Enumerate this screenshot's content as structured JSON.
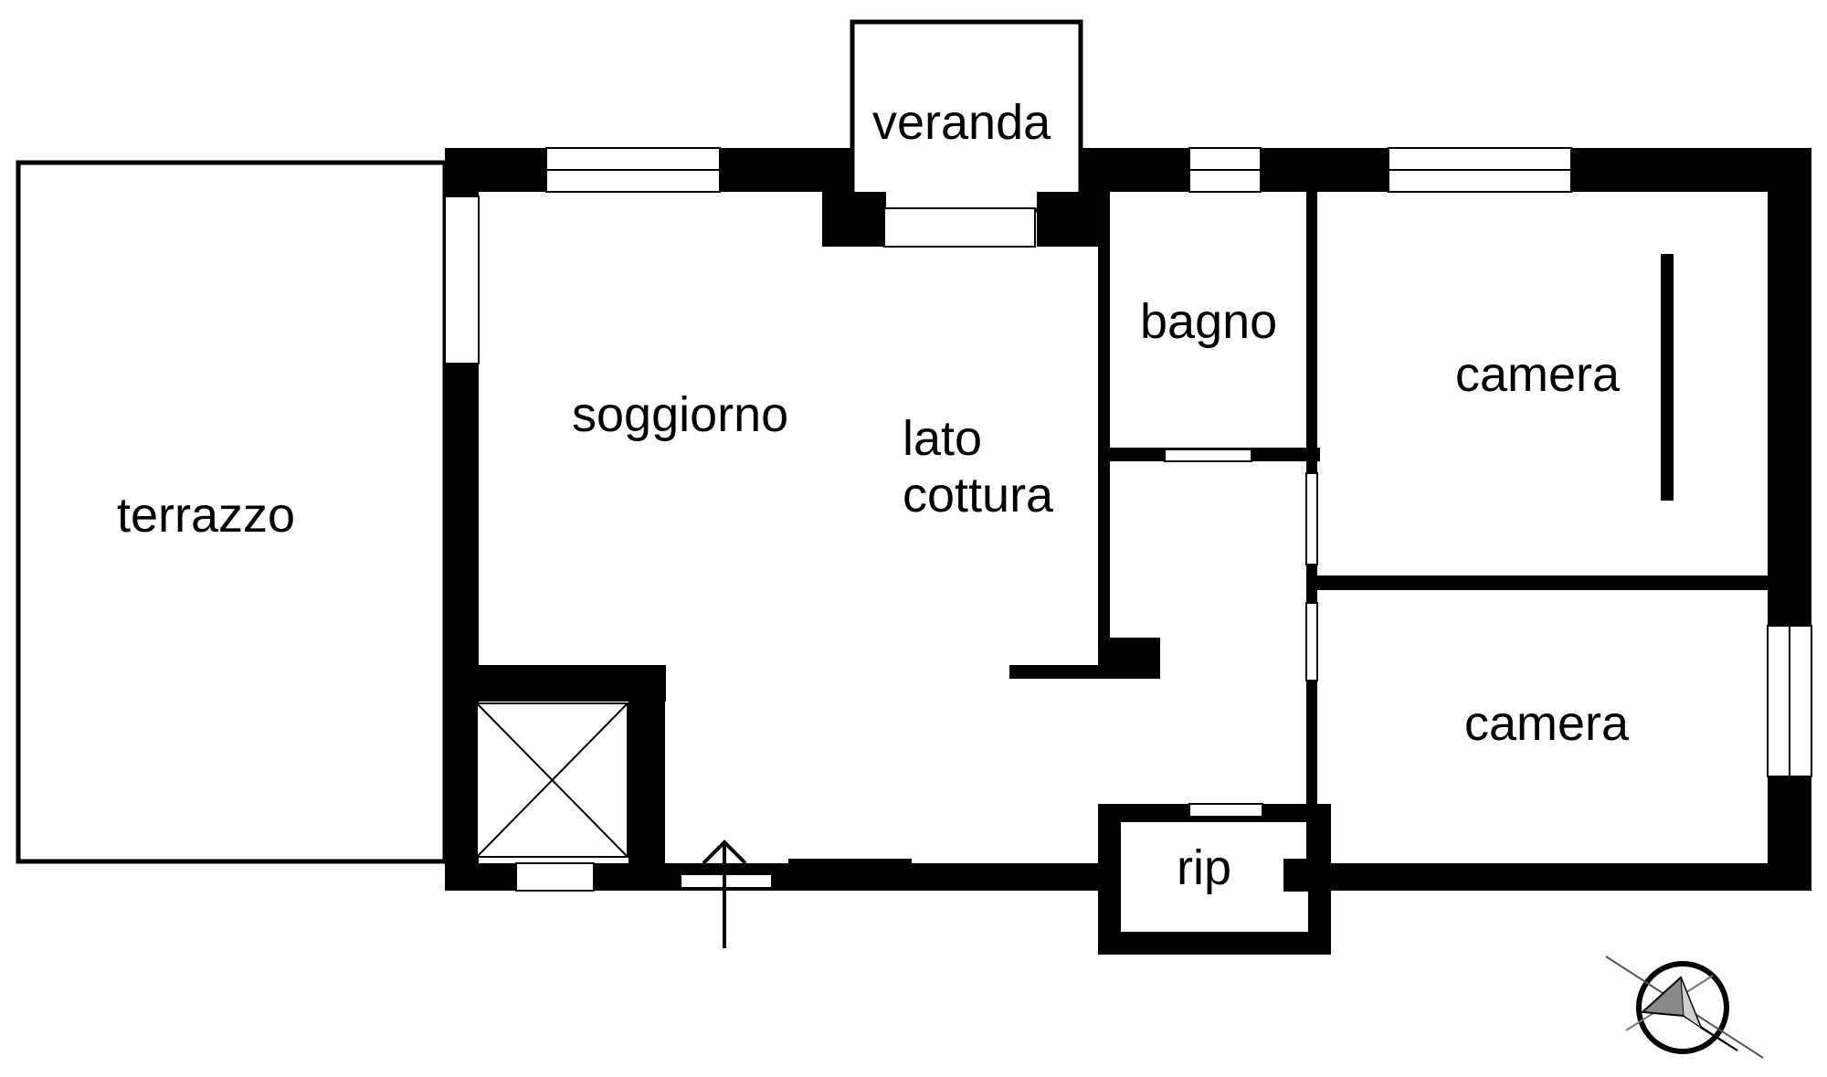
{
  "rooms": {
    "terrazzo": "terrazzo",
    "veranda": "veranda",
    "soggiorno": "soggiorno",
    "lato_cottura_line1": "lato",
    "lato_cottura_line2": "cottura",
    "bagno": "bagno",
    "camera_upper": "camera",
    "camera_lower": "camera",
    "rip": "rip"
  },
  "icons": {
    "entrance": "entrance-arrow-icon",
    "compass": "north-compass-icon",
    "shaft": "shaft-cross-icon"
  },
  "colors": {
    "wall": "#000000",
    "background": "#ffffff"
  }
}
